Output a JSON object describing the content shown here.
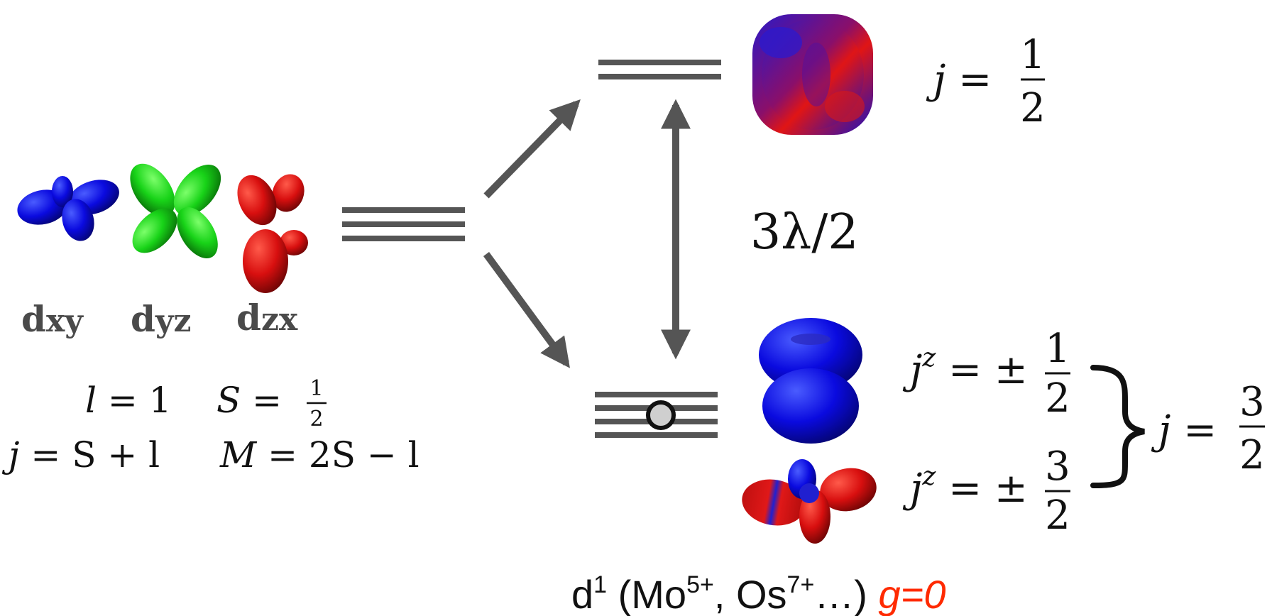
{
  "orbitals": [
    {
      "label": "d",
      "sub": "xy",
      "color": "#0a0adf"
    },
    {
      "label": "d",
      "sub": "yz",
      "color": "#18d318"
    },
    {
      "label": "d",
      "sub": "zx",
      "color": "#d80f0f"
    }
  ],
  "quantum_numbers": {
    "l_lhs": "l",
    "l_rhs": "= 1",
    "s_lhs": "S",
    "s_eq": "=",
    "s_num": "1",
    "s_den": "2",
    "j_lhs": "j",
    "j_rhs": "= S + l",
    "m_lhs": "M",
    "m_rhs": "= 2S − l"
  },
  "splitting_label": "3λ/2",
  "upper_state": {
    "lhs": "j",
    "eq": "=",
    "num": "1",
    "den": "2"
  },
  "lower_states": [
    {
      "lhs": "j",
      "sup": "z",
      "eq": "= ±",
      "num": "1",
      "den": "2"
    },
    {
      "lhs": "j",
      "sup": "z",
      "eq": "= ±",
      "num": "3",
      "den": "2"
    }
  ],
  "lower_total": {
    "lhs": "j",
    "eq": "=",
    "num": "3",
    "den": "2"
  },
  "caption": {
    "d": "d",
    "d_sup": "1",
    "open": " (Mo",
    "mo_sup": "5+",
    "mid": ", Os",
    "os_sup": "7+",
    "close": "…) ",
    "g": "g=0"
  },
  "colors": {
    "arrow": "#555555",
    "level": "#555555",
    "g_value": "#ff2a00",
    "label_gray": "#4a4a4a"
  }
}
